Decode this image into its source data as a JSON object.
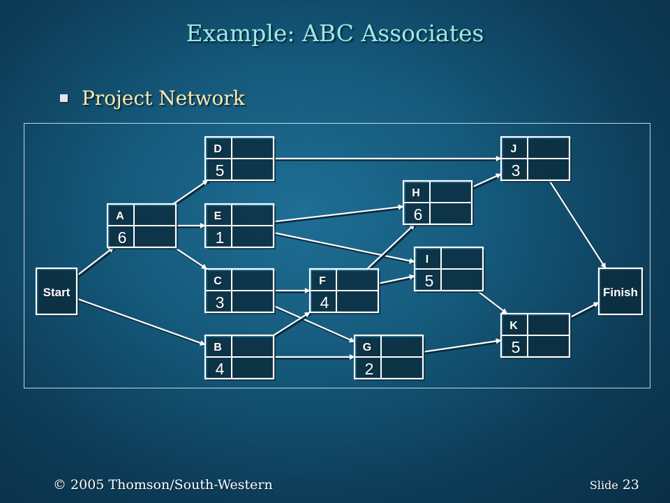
{
  "slide": {
    "title": "Example:  ABC Associates",
    "bullet": "Project Network",
    "copyright": "© 2005  Thomson/South-Western",
    "slide_word": "Slide",
    "slide_number": "23"
  },
  "network": {
    "nodes": [
      {
        "id": "Start",
        "label": "Start",
        "type": "terminal"
      },
      {
        "id": "A",
        "label": "A",
        "duration": "6"
      },
      {
        "id": "B",
        "label": "B",
        "duration": "4"
      },
      {
        "id": "C",
        "label": "C",
        "duration": "3"
      },
      {
        "id": "D",
        "label": "D",
        "duration": "5"
      },
      {
        "id": "E",
        "label": "E",
        "duration": "1"
      },
      {
        "id": "F",
        "label": "F",
        "duration": "4"
      },
      {
        "id": "G",
        "label": "G",
        "duration": "2"
      },
      {
        "id": "H",
        "label": "H",
        "duration": "6"
      },
      {
        "id": "I",
        "label": "I",
        "duration": "5"
      },
      {
        "id": "J",
        "label": "J",
        "duration": "3"
      },
      {
        "id": "K",
        "label": "K",
        "duration": "5"
      },
      {
        "id": "Finish",
        "label": "Finish",
        "type": "terminal"
      }
    ],
    "edges": [
      [
        "Start",
        "A"
      ],
      [
        "Start",
        "B"
      ],
      [
        "A",
        "D"
      ],
      [
        "A",
        "E"
      ],
      [
        "A",
        "C"
      ],
      [
        "D",
        "J"
      ],
      [
        "E",
        "H"
      ],
      [
        "E",
        "I"
      ],
      [
        "C",
        "F"
      ],
      [
        "C",
        "G"
      ],
      [
        "B",
        "F"
      ],
      [
        "B",
        "G"
      ],
      [
        "F",
        "H"
      ],
      [
        "F",
        "I"
      ],
      [
        "H",
        "J"
      ],
      [
        "I",
        "K"
      ],
      [
        "G",
        "K"
      ],
      [
        "J",
        "Finish"
      ],
      [
        "K",
        "Finish"
      ]
    ]
  }
}
